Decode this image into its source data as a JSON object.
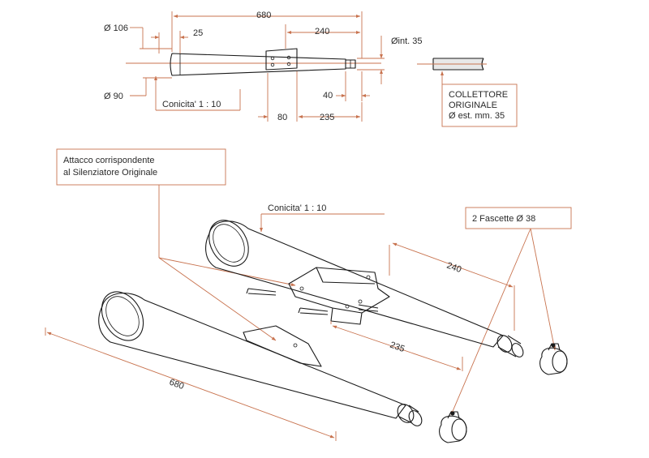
{
  "top_view": {
    "d_106": "Ø 106",
    "d_90": "Ø 90",
    "len_680": "680",
    "len_25": "25",
    "len_240": "240",
    "int_35": "Øint. 35",
    "len_40": "40",
    "taper": "Conicita' 1 : 10",
    "len_80": "80",
    "len_235": "235"
  },
  "collector_box": {
    "line1": "COLLETTORE",
    "line2": "ORIGINALE",
    "line3": "Ø est. mm. 35"
  },
  "attach_box": {
    "line1": "Attacco corrispondente",
    "line2": "al Silenziatore Originale"
  },
  "iso_view": {
    "taper": "Conicita' 1 : 10",
    "clamps": "2 Fascette Ø 38",
    "len_240": "240",
    "len_235": "235",
    "len_680": "680"
  }
}
